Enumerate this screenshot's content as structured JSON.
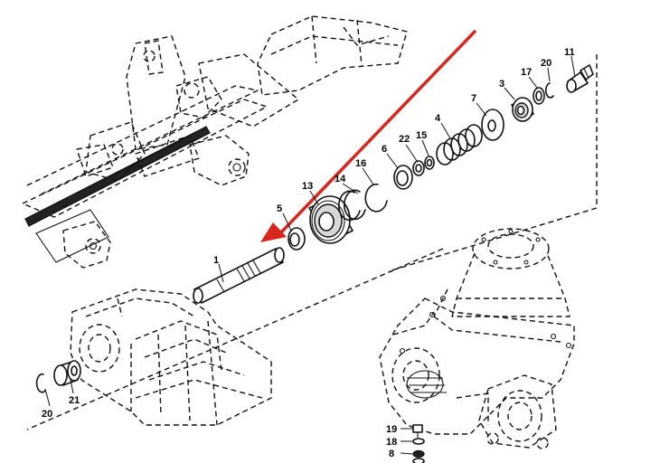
{
  "diagram": {
    "arrow_color": "#d9261c",
    "line_color": "#111111",
    "callouts": [
      {
        "id": "c1",
        "text": "1"
      },
      {
        "id": "c3",
        "text": "3"
      },
      {
        "id": "c4",
        "text": "4"
      },
      {
        "id": "c5",
        "text": "5"
      },
      {
        "id": "c6",
        "text": "6"
      },
      {
        "id": "c7",
        "text": "7"
      },
      {
        "id": "c8",
        "text": "8"
      },
      {
        "id": "c11",
        "text": "11"
      },
      {
        "id": "c13",
        "text": "13"
      },
      {
        "id": "c14",
        "text": "14"
      },
      {
        "id": "c15",
        "text": "15"
      },
      {
        "id": "c16",
        "text": "16"
      },
      {
        "id": "c17",
        "text": "17"
      },
      {
        "id": "c18",
        "text": "18"
      },
      {
        "id": "c19",
        "text": "19"
      },
      {
        "id": "c20a",
        "text": "20"
      },
      {
        "id": "c20b",
        "text": "20"
      },
      {
        "id": "c21",
        "text": "21"
      },
      {
        "id": "c22",
        "text": "22"
      }
    ]
  }
}
